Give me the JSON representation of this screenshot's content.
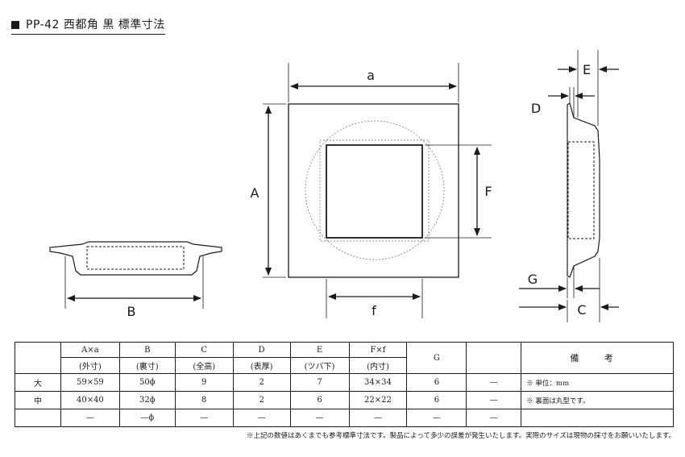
{
  "title": "PP-42 西都角 黒 標準寸法",
  "dimension_labels": {
    "a": "a",
    "A": "A",
    "B": "B",
    "C": "C",
    "D": "D",
    "E": "E",
    "F": "F",
    "f": "f",
    "G": "G"
  },
  "table": {
    "header_top": [
      "A×a",
      "B",
      "C",
      "D",
      "E",
      "F×f",
      "G"
    ],
    "header_sub": [
      "(外寸)",
      "(裏寸)",
      "(全高)",
      "(表厚)",
      "(ツバ下)",
      "(内寸)"
    ],
    "biko_header": "備 考",
    "rows": [
      {
        "label": "大",
        "cells": [
          "59×59",
          "50ϕ",
          "9",
          "2",
          "7",
          "34×34",
          "6",
          "—"
        ]
      },
      {
        "label": "中",
        "cells": [
          "40×40",
          "32ϕ",
          "8",
          "2",
          "6",
          "22×22",
          "6",
          "—"
        ]
      },
      {
        "label": "",
        "cells": [
          "—",
          "—ϕ",
          "—",
          "—",
          "—",
          "—",
          "—",
          "—"
        ]
      }
    ],
    "notes": [
      "※ 単位：mm",
      "※ 裏面は丸型です。"
    ]
  },
  "footnote": "※上記の数値はあくまでも参考標準寸法です。製品によって多少の誤差が発生いたします。実際のサイズは現物の採寸をお願いいたします。"
}
